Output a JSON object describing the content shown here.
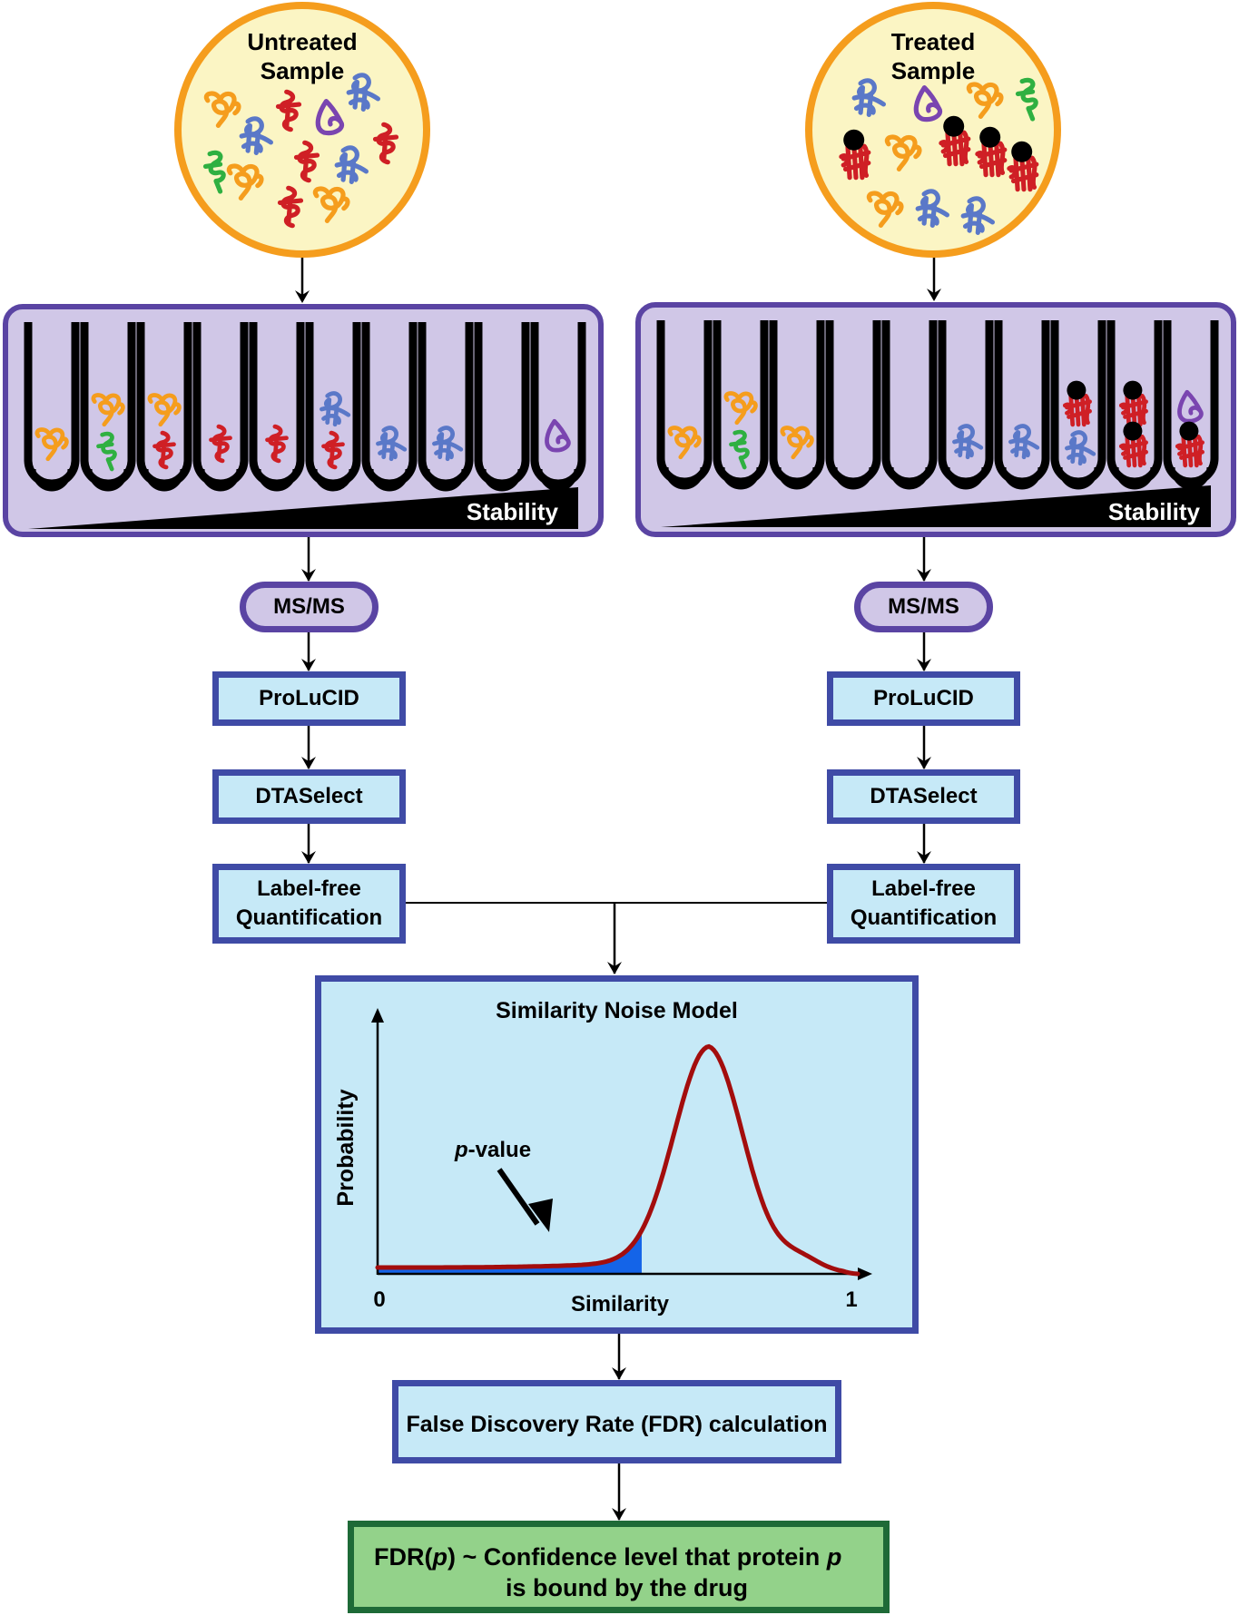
{
  "samples": {
    "untreated": {
      "title_line1": "Untreated",
      "title_line2": "Sample"
    },
    "treated": {
      "title_line1": "Treated",
      "title_line2": "Sample"
    }
  },
  "tube_panels": {
    "untreated": {
      "stability_label": "Stability",
      "tubes": [
        [
          "orange"
        ],
        [
          "orange",
          "green"
        ],
        [
          "orange",
          "red"
        ],
        [
          "red"
        ],
        [
          "red"
        ],
        [
          "blue",
          "red"
        ],
        [
          "blue"
        ],
        [
          "blue"
        ],
        [],
        [
          "purple"
        ]
      ]
    },
    "treated": {
      "stability_label": "Stability",
      "tubes": [
        [
          "orange"
        ],
        [
          "orange",
          "green"
        ],
        [
          "orange"
        ],
        [],
        [],
        [
          "blue"
        ],
        [
          "blue"
        ],
        [
          "red-bound",
          "blue"
        ],
        [
          "red-bound",
          "red-bound"
        ],
        [
          "purple",
          "red-bound"
        ]
      ]
    }
  },
  "pipeline": {
    "left": [
      "MS/MS",
      "ProLuCID",
      "DTASelect",
      "Label-free Quantification"
    ],
    "right": [
      "MS/MS",
      "ProLuCID",
      "DTASelect",
      "Label-free Quantification"
    ],
    "lfq_line1": "Label-free",
    "lfq_line2": "Quantification"
  },
  "noise_model": {
    "title": "Similarity Noise Model",
    "chart_data": {
      "type": "line",
      "title": "Similarity Noise Model",
      "xlabel": "Similarity",
      "ylabel": "Probability",
      "xlim": [
        0,
        1
      ],
      "x_tick_labels": [
        "0",
        "1"
      ],
      "peak_x": 0.69,
      "pvalue_cutoff_x": 0.55,
      "annotation": {
        "text_italic": "p",
        "text_rest": "-value",
        "points_to": "shaded left tail"
      },
      "curve_color": "#a30d0d",
      "shade_color": "#1464e8"
    }
  },
  "fdr_box": {
    "label": "False Discovery Rate (FDR) calculation"
  },
  "result_box": {
    "line1_a": "FDR(",
    "line1_p": "p",
    "line1_b": ") ~ Confidence level that protein ",
    "line1_p2": "p",
    "line2": "is bound by the drug"
  },
  "colors": {
    "circle_fill": "#fbf5c4",
    "circle_border": "#f59d1d",
    "panel_fill": "#d0c7e7",
    "panel_border": "#5a44a3",
    "box_fill": "#c6e9f7",
    "box_border": "#3f4ba6",
    "result_fill": "#93d28a",
    "result_border": "#1e6a37",
    "protein_orange": "#f59d1d",
    "protein_blue": "#5a78c8",
    "protein_red": "#cf1f25",
    "protein_green": "#2fb041",
    "protein_purple": "#7a45b0",
    "drug": "#000000"
  }
}
